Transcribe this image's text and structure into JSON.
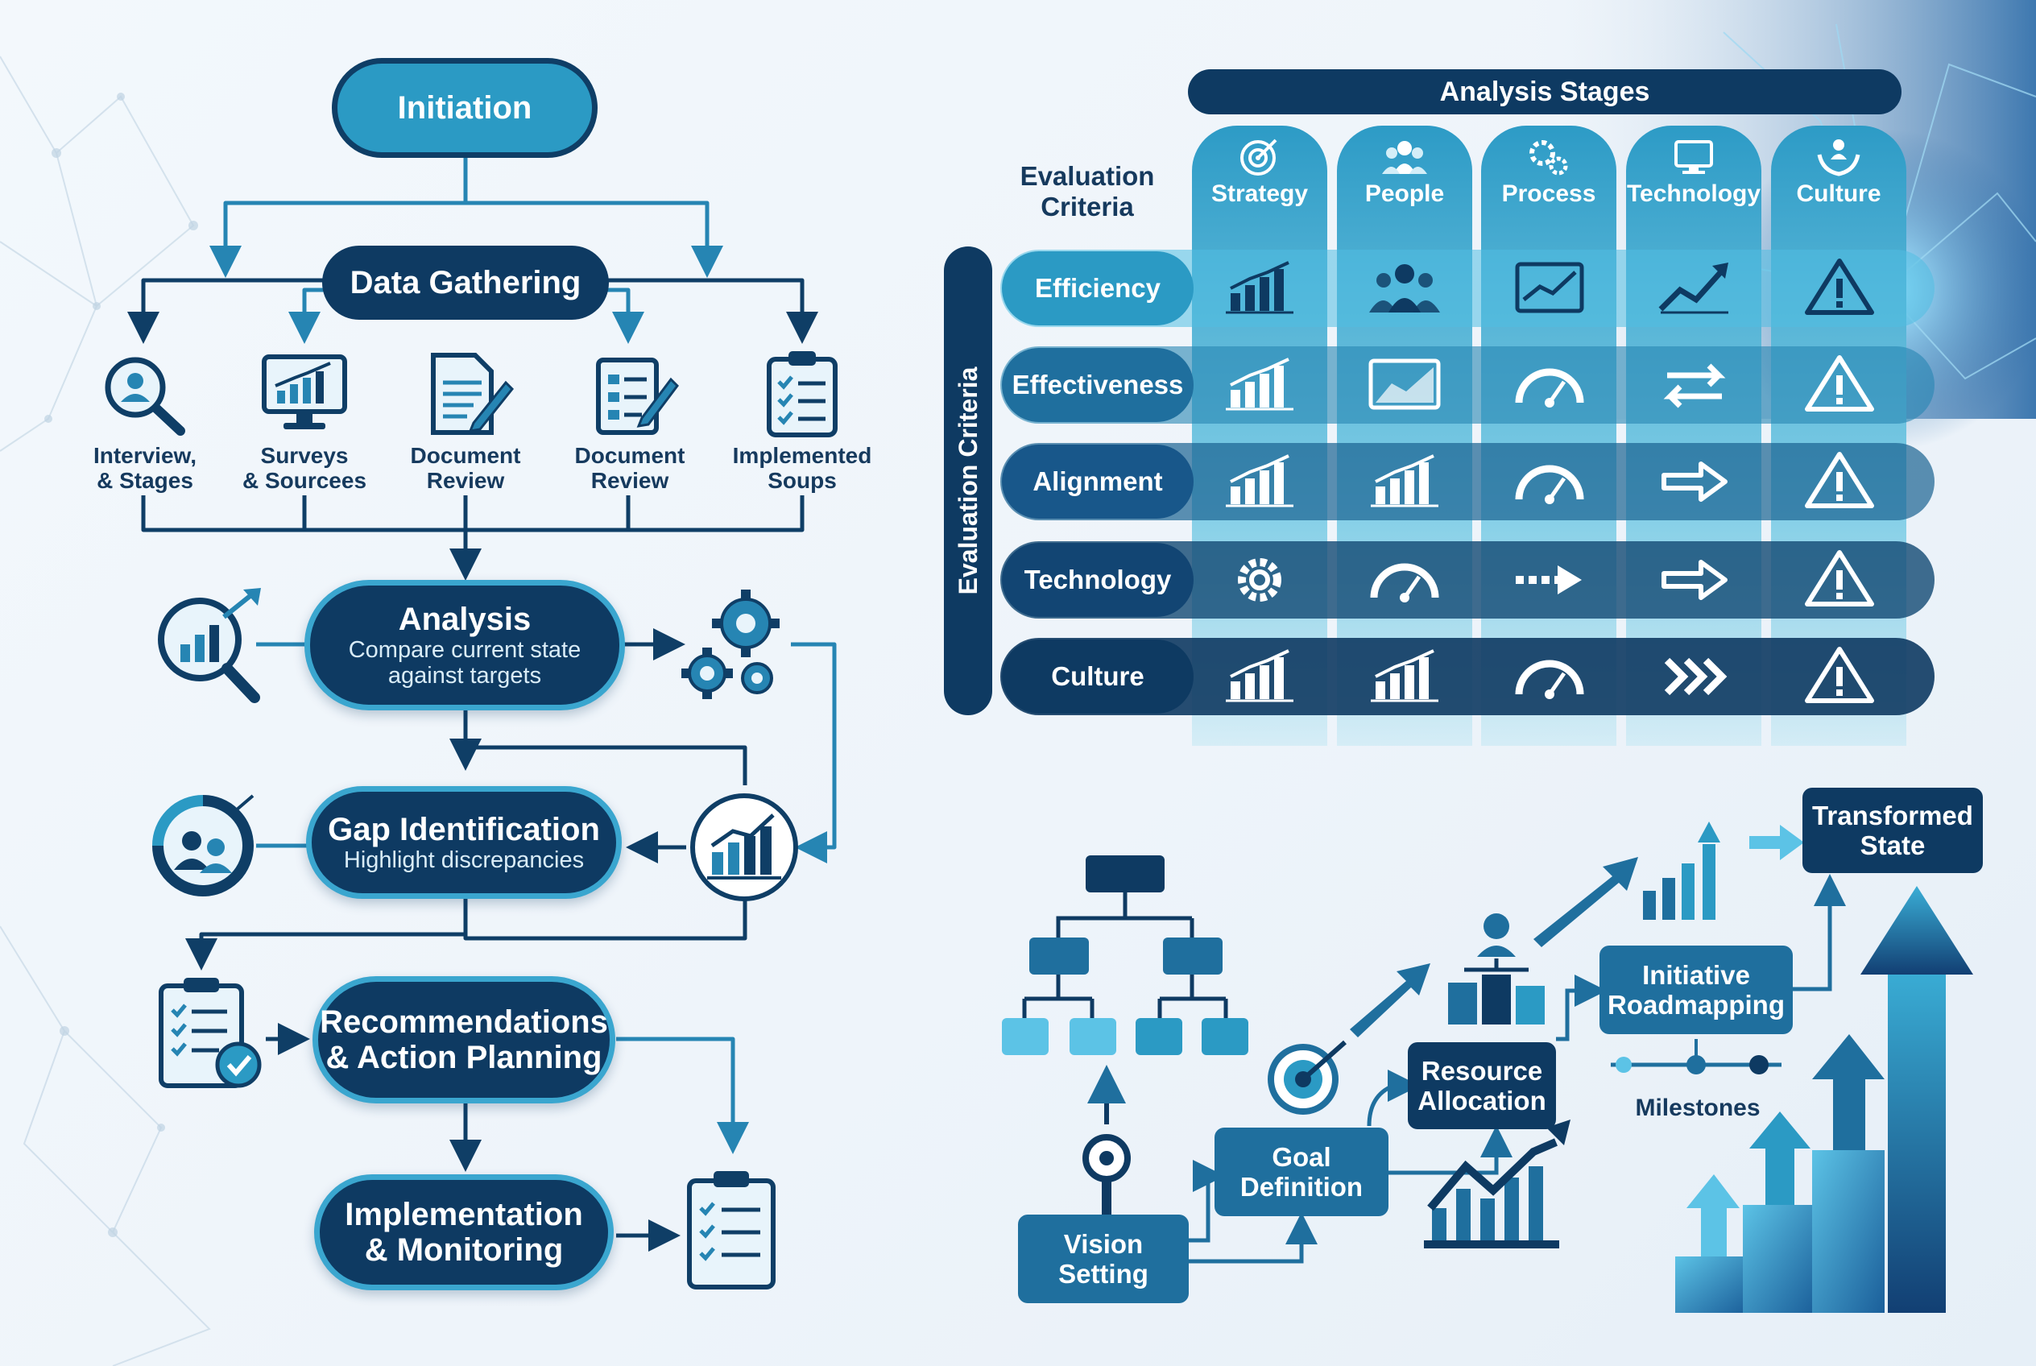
{
  "flow": {
    "initiation": "Initiation",
    "data_gathering": "Data Gathering",
    "sources": [
      {
        "line1": "Interview,",
        "line2": "& Stages",
        "icon": "magnifier-person-icon"
      },
      {
        "line1": "Surveys",
        "line2": "& Sourcees",
        "icon": "monitor-chart-icon"
      },
      {
        "line1": "Document",
        "line2": "Review",
        "icon": "document-pen-icon"
      },
      {
        "line1": "Document",
        "line2": "Review",
        "icon": "document-edit-icon"
      },
      {
        "line1": "Implemented",
        "line2": "Soups",
        "icon": "clipboard-checklist-icon"
      }
    ],
    "analysis": {
      "title": "Analysis",
      "sub1": "Compare current state",
      "sub2": "against targets"
    },
    "gap": {
      "title": "Gap Identification",
      "sub": "Highlight discrepancies"
    },
    "recommendations": {
      "line1": "Recommendations",
      "line2": "& Action Planning"
    },
    "implementation": {
      "line1": "Implementation",
      "line2": "& Monitoring"
    }
  },
  "matrix": {
    "banner": "Analysis Stages",
    "criteria_header_line1": "Evaluation",
    "criteria_header_line2": "Criteria",
    "side_label": "Evaluation Criteria",
    "columns": [
      {
        "label": "Strategy",
        "icon": "target-icon"
      },
      {
        "label": "People",
        "icon": "people-icon"
      },
      {
        "label": "Process",
        "icon": "gears-icon"
      },
      {
        "label": "Technology",
        "icon": "monitor-icon"
      },
      {
        "label": "Culture",
        "icon": "hands-people-icon"
      }
    ],
    "rows": [
      {
        "label": "Efficiency",
        "cells": [
          "bar-chart-icon",
          "people-group-icon",
          "line-chart-icon",
          "trend-up-icon",
          "warning-icon"
        ]
      },
      {
        "label": "Effectiveness",
        "cells": [
          "bar-chart-icon",
          "area-chart-icon",
          "gauge-icon",
          "swap-arrows-icon",
          "warning-icon"
        ]
      },
      {
        "label": "Alignment",
        "cells": [
          "bar-chart-icon",
          "bar-chart-icon",
          "gauge-icon",
          "arrow-right-icon",
          "warning-icon"
        ]
      },
      {
        "label": "Technology",
        "cells": [
          "gear-icon",
          "gauge-icon",
          "dashed-arrow-icon",
          "arrow-right-icon",
          "warning-icon"
        ]
      },
      {
        "label": "Culture",
        "cells": [
          "bar-chart-icon",
          "bar-chart-icon",
          "gauge-icon",
          "chevrons-icon",
          "warning-icon"
        ]
      }
    ],
    "colors": {
      "dark": "#0e3a62",
      "mid": "#1f6f9e",
      "light": "#2d9bc6",
      "pale": "#8fd6ea"
    }
  },
  "roadmap": {
    "vision": {
      "line1": "Vision",
      "line2": "Setting"
    },
    "goal": {
      "line1": "Goal",
      "line2": "Definition"
    },
    "resource": {
      "line1": "Resource",
      "line2": "Allocation"
    },
    "initiative": {
      "line1": "Initiative",
      "line2": "Roadmapping"
    },
    "milestones": "Milestones",
    "transformed": {
      "line1": "Transformed",
      "line2": "State"
    }
  }
}
